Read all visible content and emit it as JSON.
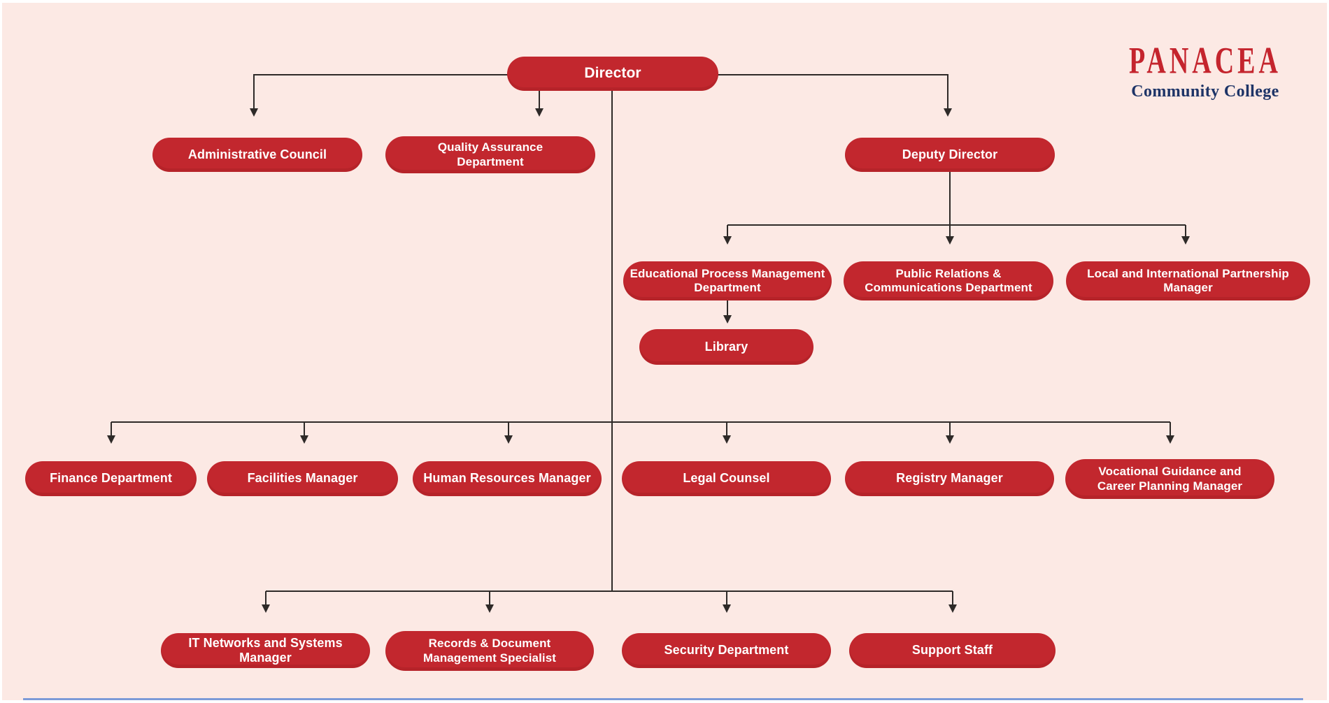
{
  "meta": {
    "diagram_type": "organizational-chart"
  },
  "theme": {
    "background": "#FCE9E4",
    "node_fill": "#C2272E",
    "node_text": "#FFFFFF",
    "line_color": "#2E2A28",
    "bottom_accent": "#7D9BD8"
  },
  "logo": {
    "brand": "PANACEA",
    "subtitle": "Community College",
    "brand_color": "#C4242D",
    "subtitle_color": "#1E3467"
  },
  "nodes": {
    "director": {
      "label": "Director"
    },
    "administrative": {
      "label": "Administrative Council"
    },
    "quality": {
      "label": "Quality Assurance Department"
    },
    "deputy": {
      "label": "Deputy Director"
    },
    "educational": {
      "label": "Educational Process Management Department"
    },
    "public_rel": {
      "label": "Public Relations & Communications Department"
    },
    "local_intl": {
      "label": "Local and International Partnership Manager"
    },
    "library": {
      "label": "Library"
    },
    "finance": {
      "label": "Finance Department"
    },
    "facilities": {
      "label": "Facilities Manager"
    },
    "hr": {
      "label": "Human Resources Manager"
    },
    "legal": {
      "label": "Legal Counsel"
    },
    "registry": {
      "label": "Registry Manager"
    },
    "vocational": {
      "label": "Vocational Guidance and Career Planning Manager"
    },
    "it_networks": {
      "label": "IT Networks and Systems Manager"
    },
    "records": {
      "label": "Records & Document Management Specialist"
    },
    "security": {
      "label": "Security Department"
    },
    "support": {
      "label": "Support Staff"
    }
  },
  "hierarchy": {
    "director": [
      "administrative",
      "quality",
      "deputy",
      "finance",
      "facilities",
      "hr",
      "legal",
      "registry",
      "vocational",
      "it_networks",
      "records",
      "security",
      "support"
    ],
    "deputy": [
      "educational",
      "public_rel",
      "local_intl"
    ],
    "educational": [
      "library"
    ]
  }
}
